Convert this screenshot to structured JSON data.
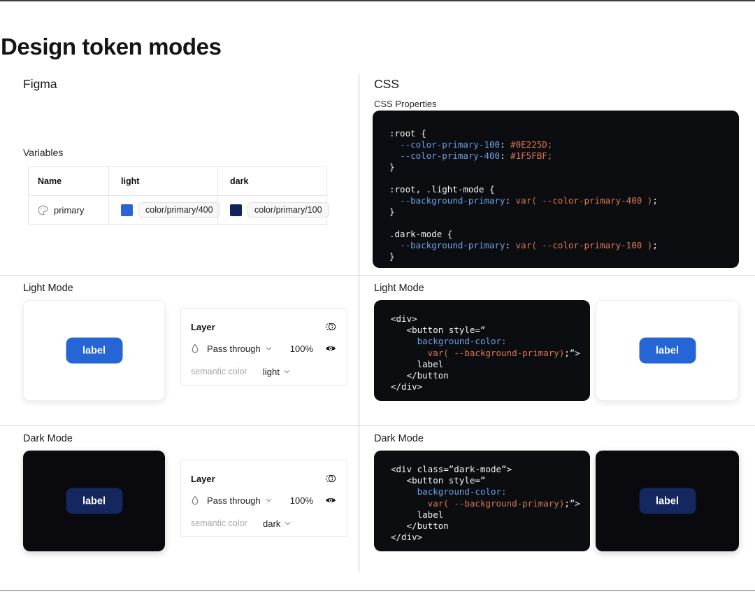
{
  "page": {
    "title": "Design token modes"
  },
  "figma": {
    "heading": "Figma",
    "variables_label": "Variables",
    "table": {
      "columns": [
        "Name",
        "light",
        "dark"
      ],
      "row": {
        "name": "primary",
        "light_token": "color/primary/400",
        "dark_token": "color/primary/100"
      }
    },
    "light_section": {
      "heading": "Light Mode",
      "button_label": "label",
      "layer_panel": {
        "title": "Layer",
        "blend_mode": "Pass through",
        "opacity": "100%",
        "property_label": "semantic color",
        "mode_value": "light"
      }
    },
    "dark_section": {
      "heading": "Dark Mode",
      "button_label": "label",
      "layer_panel": {
        "title": "Layer",
        "blend_mode": "Pass through",
        "opacity": "100%",
        "property_label": "semantic color",
        "mode_value": "dark"
      }
    }
  },
  "css": {
    "heading": "CSS",
    "properties_label": "CSS Properties",
    "root_block": [
      [
        {
          "t": ":root {",
          "c": "p"
        }
      ],
      [
        {
          "t": "  ",
          "c": "p"
        },
        {
          "t": "--color-primary-100",
          "c": "k"
        },
        {
          "t": ": ",
          "c": "p"
        },
        {
          "t": "#0E225D;",
          "c": "v"
        }
      ],
      [
        {
          "t": "  ",
          "c": "p"
        },
        {
          "t": "--color-primary-400",
          "c": "k"
        },
        {
          "t": ": ",
          "c": "p"
        },
        {
          "t": "#1F5FBF;",
          "c": "v"
        }
      ],
      [
        {
          "t": "}",
          "c": "p"
        }
      ],
      [],
      [
        {
          "t": ":root, .light-mode {",
          "c": "p"
        }
      ],
      [
        {
          "t": "  ",
          "c": "p"
        },
        {
          "t": "--background-primary",
          "c": "k"
        },
        {
          "t": ": ",
          "c": "p"
        },
        {
          "t": "var( --color-primary-400 )",
          "c": "v"
        },
        {
          "t": ";",
          "c": "p"
        }
      ],
      [
        {
          "t": "}",
          "c": "p"
        }
      ],
      [],
      [
        {
          "t": ".dark-mode {",
          "c": "p"
        }
      ],
      [
        {
          "t": "  ",
          "c": "p"
        },
        {
          "t": "--background-primary",
          "c": "k"
        },
        {
          "t": ": ",
          "c": "p"
        },
        {
          "t": "var( --color-primary-100 )",
          "c": "v"
        },
        {
          "t": ";",
          "c": "p"
        }
      ],
      [
        {
          "t": "}",
          "c": "p"
        }
      ]
    ],
    "light_section": {
      "heading": "Light Mode",
      "button_label": "label",
      "code": [
        [
          {
            "t": "<div>",
            "c": "p"
          }
        ],
        [
          {
            "t": "   <button style=”",
            "c": "p"
          }
        ],
        [
          {
            "t": "     ",
            "c": "p"
          },
          {
            "t": "background-color:",
            "c": "k"
          }
        ],
        [
          {
            "t": "       ",
            "c": "p"
          },
          {
            "t": "var( --background-primary)",
            "c": "v"
          },
          {
            "t": ";”>",
            "c": "p"
          }
        ],
        [
          {
            "t": "     label",
            "c": "p"
          }
        ],
        [
          {
            "t": "   </button",
            "c": "p"
          }
        ],
        [
          {
            "t": "</div>",
            "c": "p"
          }
        ]
      ]
    },
    "dark_section": {
      "heading": "Dark Mode",
      "button_label": "label",
      "code": [
        [
          {
            "t": "<div class=”dark-mode”>",
            "c": "p"
          }
        ],
        [
          {
            "t": "   <button style=”",
            "c": "p"
          }
        ],
        [
          {
            "t": "     ",
            "c": "p"
          },
          {
            "t": "background-color:",
            "c": "k"
          }
        ],
        [
          {
            "t": "       ",
            "c": "p"
          },
          {
            "t": "var( --background-primary)",
            "c": "v"
          },
          {
            "t": ";”>",
            "c": "p"
          }
        ],
        [
          {
            "t": "     label",
            "c": "p"
          }
        ],
        [
          {
            "t": "   </button",
            "c": "p"
          }
        ],
        [
          {
            "t": "</div>",
            "c": "p"
          }
        ]
      ]
    }
  },
  "colors": {
    "primary_400": "#1F5FBF",
    "primary_100": "#0E225D",
    "button_light": "#2565D6",
    "button_dark": "#14275F",
    "code_background": "#0C0D10",
    "code_plain": "#F4F4F5",
    "code_property": "#6D9EE8",
    "code_value": "#DA7756"
  }
}
